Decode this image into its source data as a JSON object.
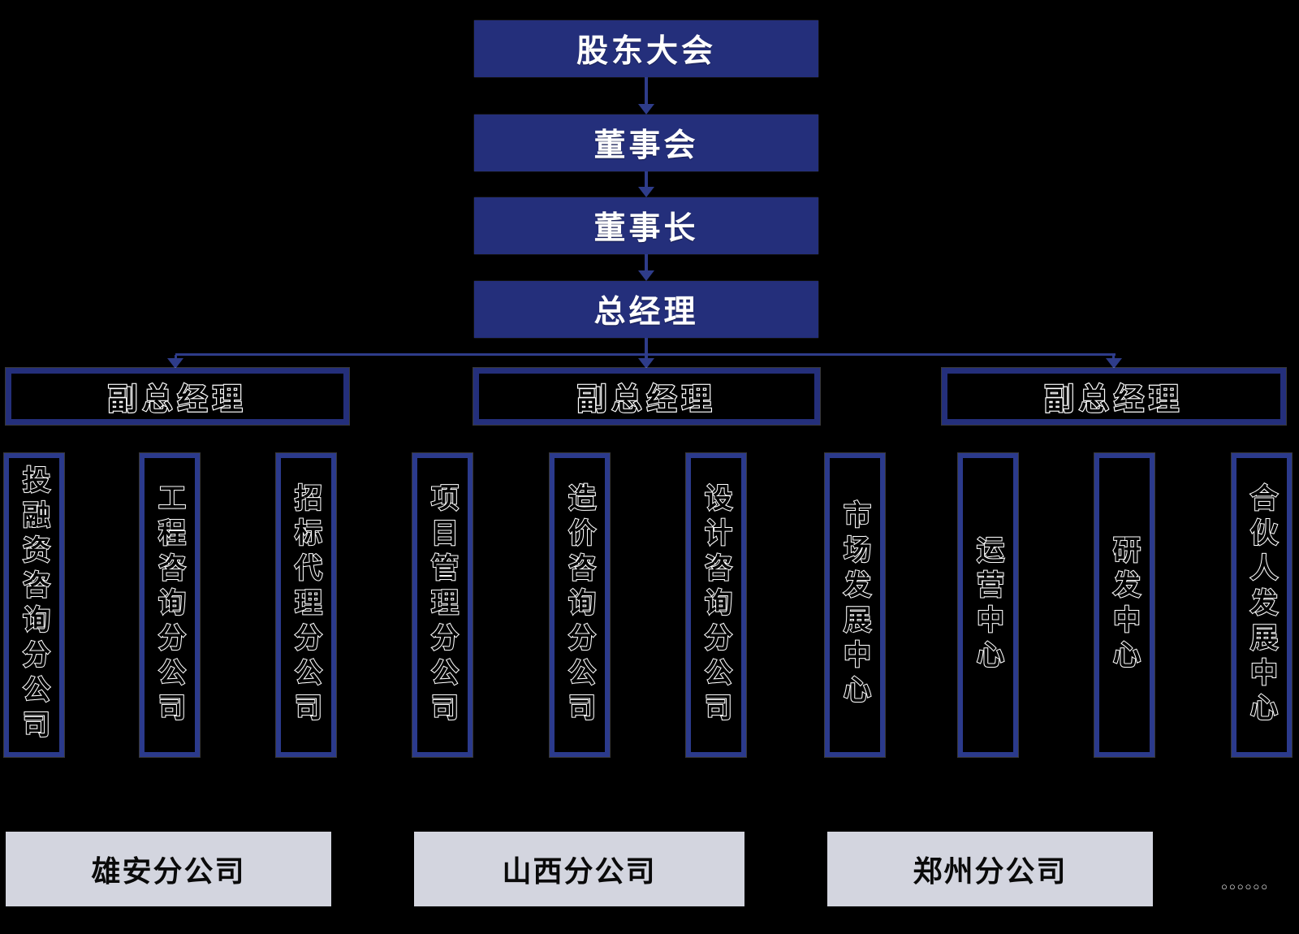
{
  "colors": {
    "background": "#000000",
    "navy_fill": "#242F7B",
    "outline_border_navy": "#242F7B",
    "column_border_blue": "#2B3A8C",
    "connector_line": "#2E3C8A",
    "branch_gray": "#D3D5DF",
    "chain_text": "#FFFFFF",
    "outlined_text_fill": "#000000",
    "outlined_text_stroke": "#FFFFFF",
    "branch_text": "#0A0A0A"
  },
  "chain": [
    {
      "label": "股东大会"
    },
    {
      "label": "董事会"
    },
    {
      "label": "董事长"
    },
    {
      "label": "总经理"
    }
  ],
  "deputies": [
    {
      "label": "副总经理"
    },
    {
      "label": "副总经理"
    },
    {
      "label": "副总经理"
    }
  ],
  "departments": {
    "group1": [
      {
        "label": "投融资咨询分公司"
      },
      {
        "label": "工程咨询分公司"
      },
      {
        "label": "招标代理分公司"
      }
    ],
    "group2": [
      {
        "label": "项目管理分公司"
      },
      {
        "label": "造价咨询分公司"
      },
      {
        "label": "设计咨询分公司"
      }
    ],
    "group3": [
      {
        "label": "市场发展中心"
      },
      {
        "label": "运营中心"
      },
      {
        "label": "研发中心"
      },
      {
        "label": "合伙人发展中心"
      }
    ]
  },
  "branches": [
    {
      "label": "雄安分公司"
    },
    {
      "label": "山西分公司"
    },
    {
      "label": "郑州分公司"
    }
  ],
  "more_indicator": "○○○○○○"
}
